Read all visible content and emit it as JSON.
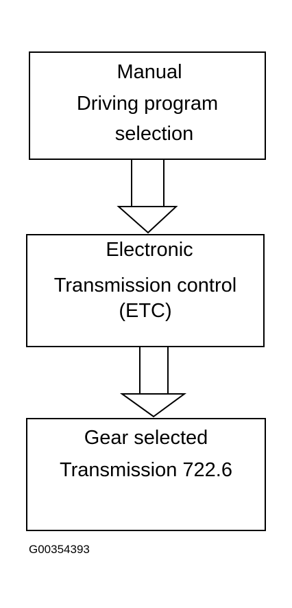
{
  "diagram": {
    "boxes": [
      {
        "lines": [
          "Manual",
          "Driving program",
          "selection"
        ]
      },
      {
        "lines": [
          "Electronic",
          "Transmission control",
          "(ETC)"
        ]
      },
      {
        "lines": [
          "Gear selected",
          "Transmission 722.6"
        ]
      }
    ],
    "figure_id": "G00354393"
  }
}
